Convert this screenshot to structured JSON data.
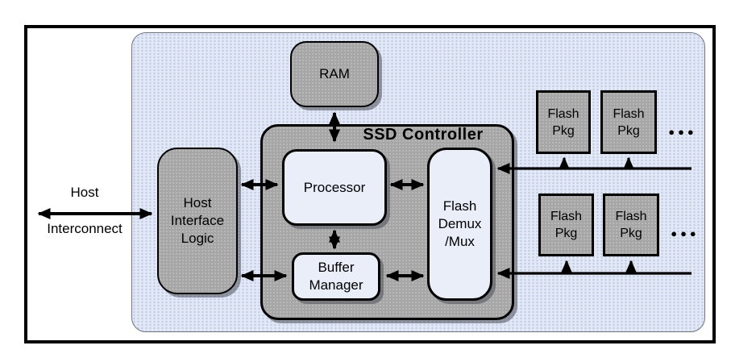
{
  "colors": {
    "panel_fill": "#e2e9f5",
    "panel_dot": "#bfcde8",
    "box_gray": "#a6a6a6",
    "box_light": "#e9eef9",
    "line_black": "#000000"
  },
  "labels": {
    "host_interconnect": {
      "line1": "Host",
      "line2": "Interconnect"
    },
    "ram": "RAM",
    "ssd_controller": "SSD Controller",
    "processor": "Processor",
    "host_interface": {
      "line1": "Host",
      "line2": "Interface",
      "line3": "Logic"
    },
    "buffer_manager": {
      "line1": "Buffer",
      "line2": "Manager"
    },
    "flash_demux": {
      "line1": "Flash",
      "line2": "Demux",
      "line3": "/Mux"
    },
    "ellipsis": "●●●"
  },
  "flash_packages": [
    {
      "line1": "Flash",
      "line2": "Pkg"
    },
    {
      "line1": "Flash",
      "line2": "Pkg"
    },
    {
      "line1": "Flash",
      "line2": "Pkg"
    },
    {
      "line1": "Flash",
      "line2": "Pkg"
    }
  ]
}
